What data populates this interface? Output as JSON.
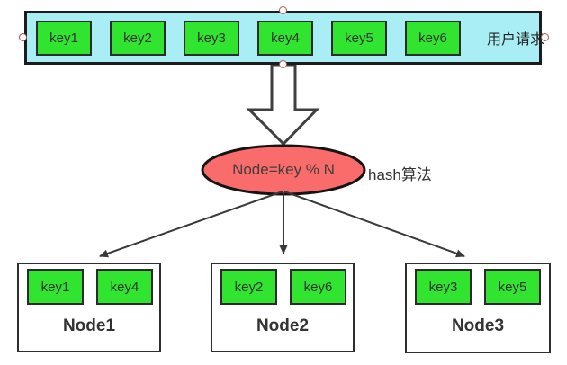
{
  "request_bar": {
    "label": "用户请求",
    "keys": [
      "key1",
      "key2",
      "key3",
      "key4",
      "key5",
      "key6"
    ]
  },
  "hash_node": {
    "formula": "Node=key % N",
    "annotation": "hash算法"
  },
  "nodes": [
    {
      "name": "Node1",
      "keys": [
        "key1",
        "key4"
      ]
    },
    {
      "name": "Node2",
      "keys": [
        "key2",
        "key6"
      ]
    },
    {
      "name": "Node3",
      "keys": [
        "key3",
        "key5"
      ]
    }
  ],
  "colors": {
    "bar_fill": "#A9EEF5",
    "key_fill": "#30E430",
    "ellipse_fill": "#FA6B6B",
    "handle_ring": "#B8524B",
    "outline": "#2E2E2E",
    "connector": "#383838"
  }
}
